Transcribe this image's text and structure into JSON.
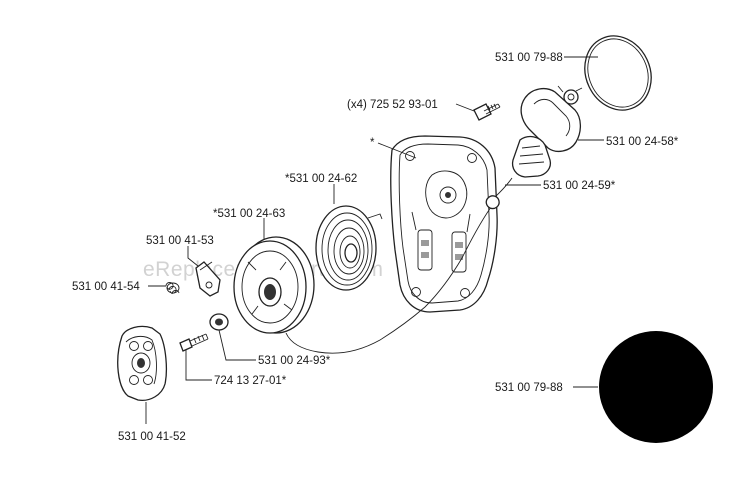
{
  "watermark": "eReplacementParts.com",
  "labels": {
    "gasket_top": "531 00 79-88",
    "screws": "(x4) 725 52 93-01",
    "housing": "*",
    "handle": "531 00 24-58*",
    "cord": "531 00 24-59*",
    "spring": "*531 00 24-62",
    "pulley": "*531 00 24-63",
    "pawl": "531 00 41-53",
    "pawl_spring": "531 00 41-54",
    "washer": "531 00 24-93*",
    "screw": "724 13 27-01*",
    "hub": "531 00 41-52",
    "gasket_bottom": "531 00 79-88"
  },
  "colors": {
    "line": "#222222",
    "filled_disc": "#000000",
    "watermark": "#d2d2d2"
  }
}
